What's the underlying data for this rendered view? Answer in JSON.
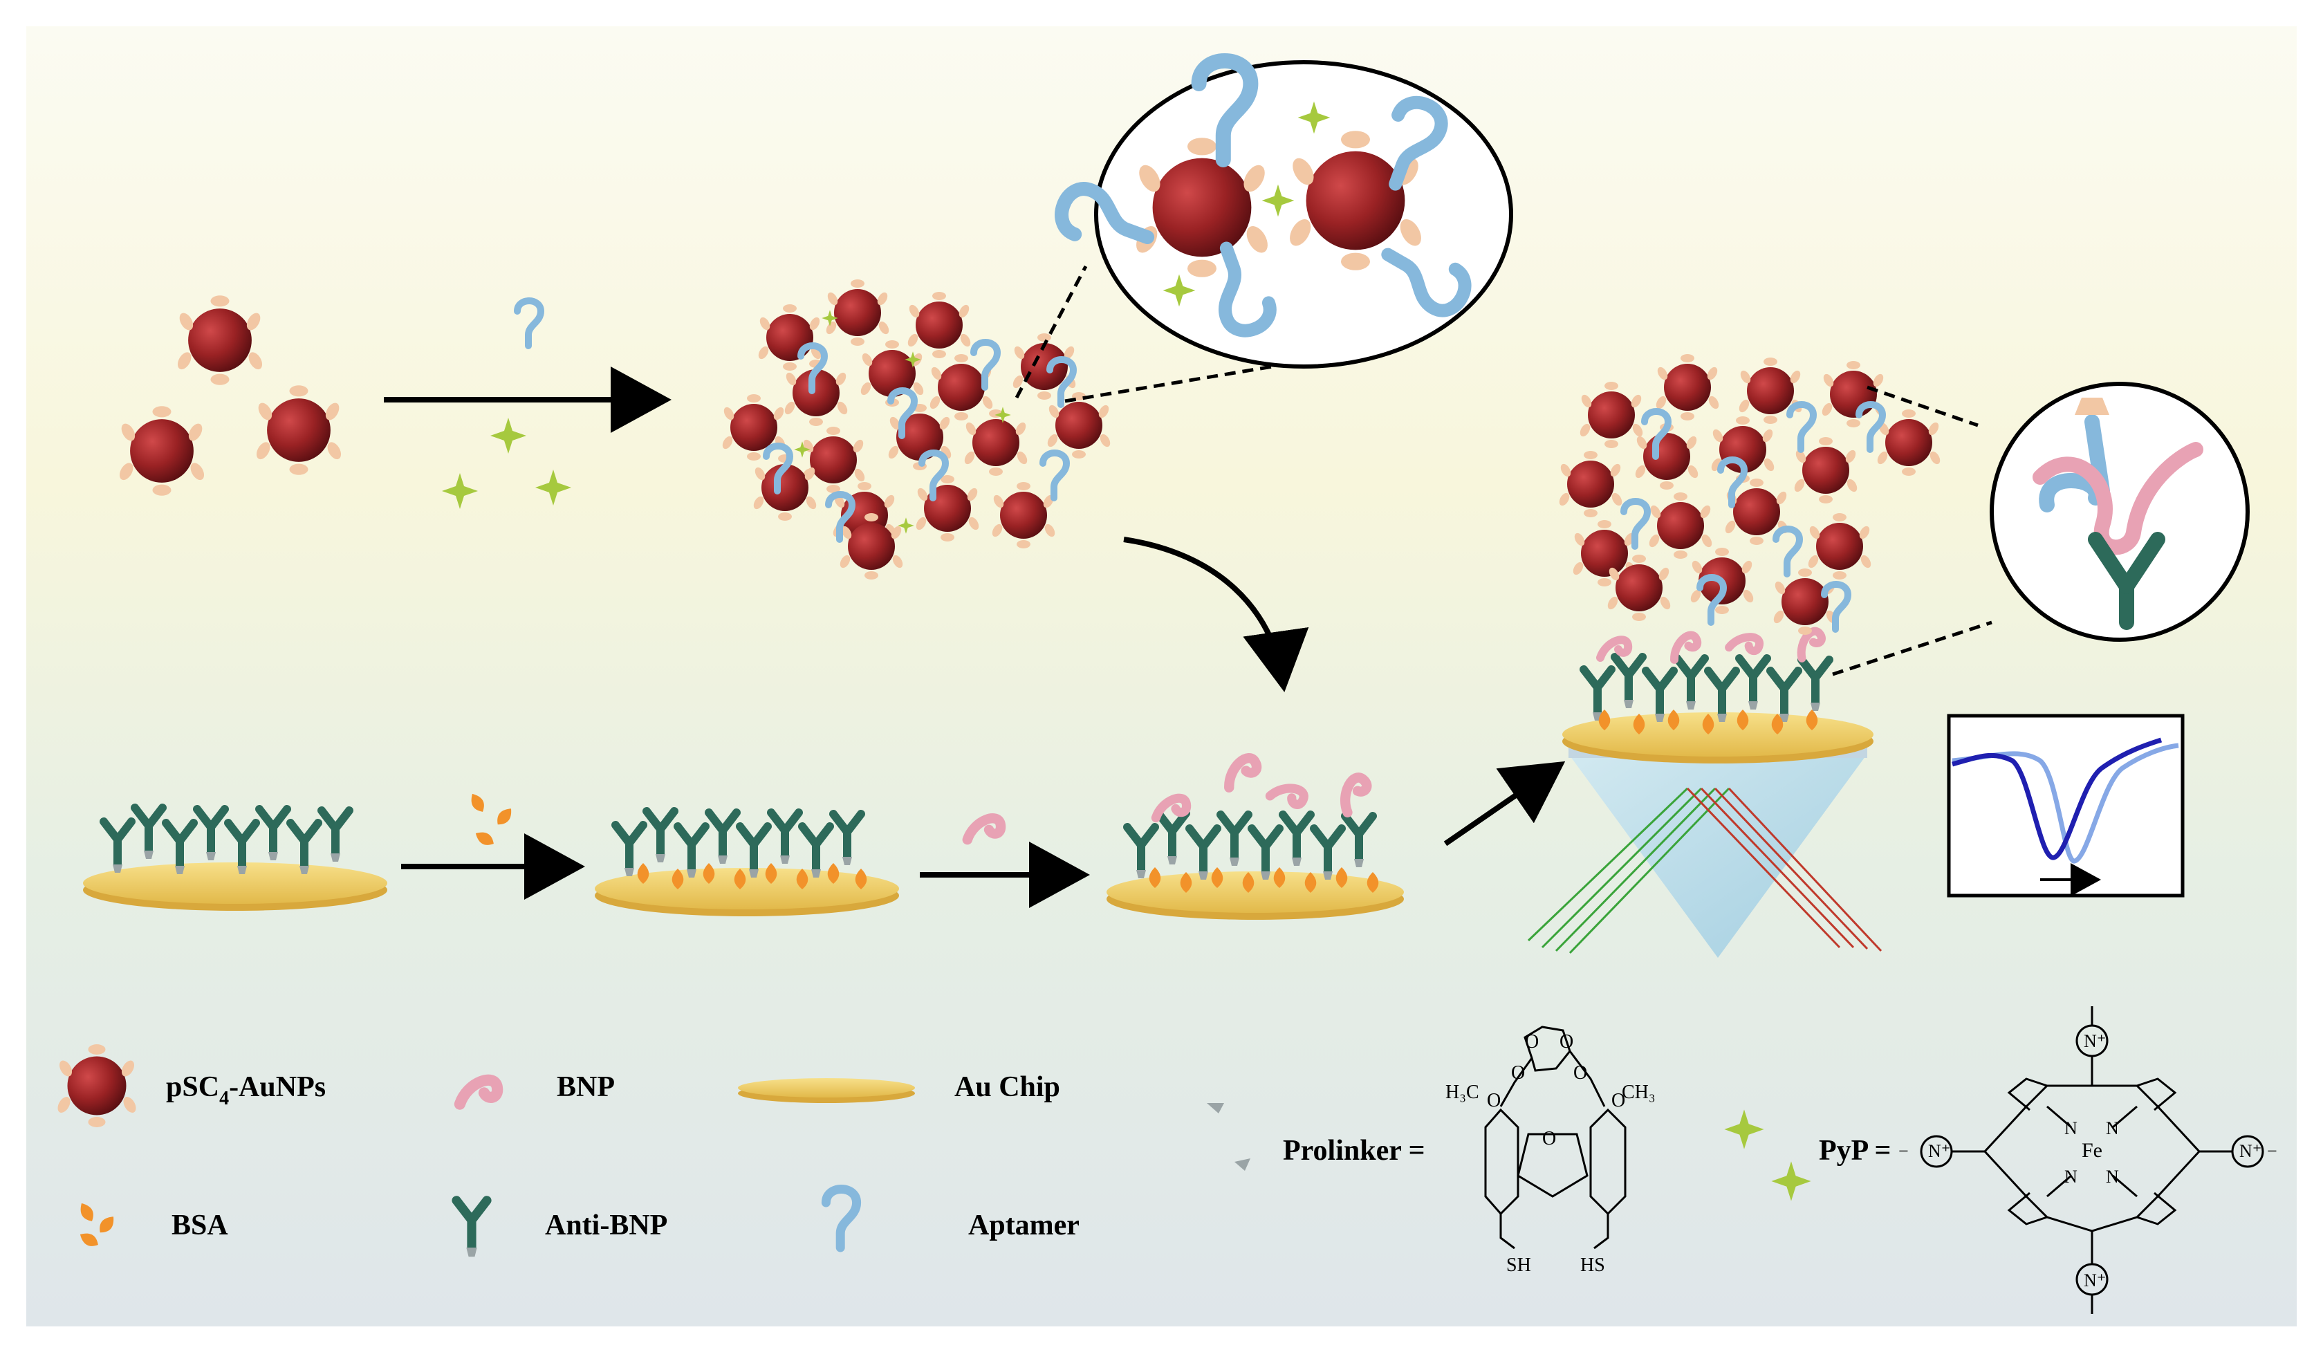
{
  "legend": {
    "pSC4_AuNPs": {
      "main": "pSC",
      "sub": "4",
      "rest": "-AuNPs"
    },
    "bnp": "BNP",
    "au_chip": "Au Chip",
    "bsa": "BSA",
    "anti_bnp": "Anti-BNP",
    "aptamer": "Aptamer",
    "prolinker": "Prolinker =",
    "pyp": "PyP ="
  },
  "chem_prolinker": {
    "ch3_left": "H₃C",
    "ch3_right": "CH₃",
    "o": "O",
    "sh_left": "SH",
    "hs_right": "HS"
  },
  "chem_pyp": {
    "fe": "Fe",
    "n": "N",
    "n_plus": "N⁺",
    "bond_minus": "−"
  },
  "colors": {
    "gold_particle": "#8e1c1e",
    "gold_chip": "#f3d46c",
    "antibody": "#2d6a5a",
    "bnp": "#e8a2b4",
    "aptamer": "#86b8dc",
    "bsa": "#f2922a",
    "pyp": "#a6c93e",
    "prolinker": "#f2c7a4",
    "spr_dark": "#1f1fb0",
    "spr_light": "#86a8e6"
  }
}
